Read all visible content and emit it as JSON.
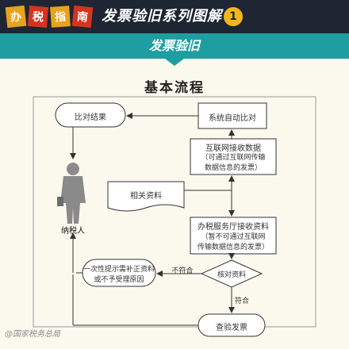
{
  "header": {
    "stamps": [
      "办",
      "税",
      "指",
      "南"
    ],
    "series_title": "发票验旧系列图解",
    "issue_number": "1",
    "subtitle": "发票验旧"
  },
  "flowchart": {
    "title": "基本流程",
    "nodes": {
      "compare_result": "比对结果",
      "system_compare": "系统自动比对",
      "internet_receive": [
        "互联网接收数据",
        "（可通过互联网传输",
        "数据信息的发票）"
      ],
      "related_docs": "相关资料",
      "taxpayer": "纳税人",
      "hall_receive": [
        "办税服务厅接收资料",
        "（暂不可通过互联网",
        "传输数据信息的发票）"
      ],
      "verify_docs": "核对资料",
      "notify_reject": [
        "一次性提示需补正资料",
        "或不予受理原因"
      ],
      "check_invoice": "查验发票"
    },
    "edge_labels": {
      "fail": "不符合",
      "pass": "符合"
    }
  },
  "watermark": "@国家税务总局"
}
